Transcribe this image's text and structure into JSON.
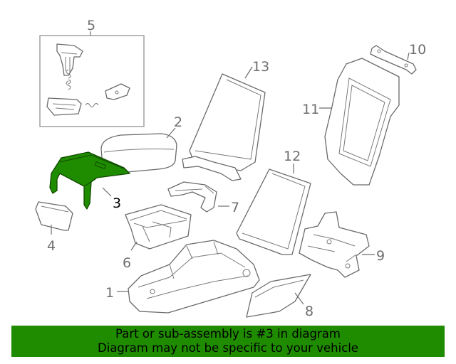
{
  "colors": {
    "highlight_fill": "#1f8c00",
    "banner_background": "#1f8c00",
    "line_color": "#6a6a6a",
    "text_color": "#000000"
  },
  "callouts": {
    "c1": "1",
    "c2": "2",
    "c3": "3",
    "c4": "4",
    "c5": "5",
    "c6": "6",
    "c7": "7",
    "c8": "8",
    "c9": "9",
    "c10": "10",
    "c11": "11",
    "c12": "12",
    "c13": "13"
  },
  "highlighted_part": "3",
  "banner": {
    "line1": "Part or sub-assembly is #3 in diagram",
    "line2": "Diagram may not be specific to your vehicle"
  }
}
